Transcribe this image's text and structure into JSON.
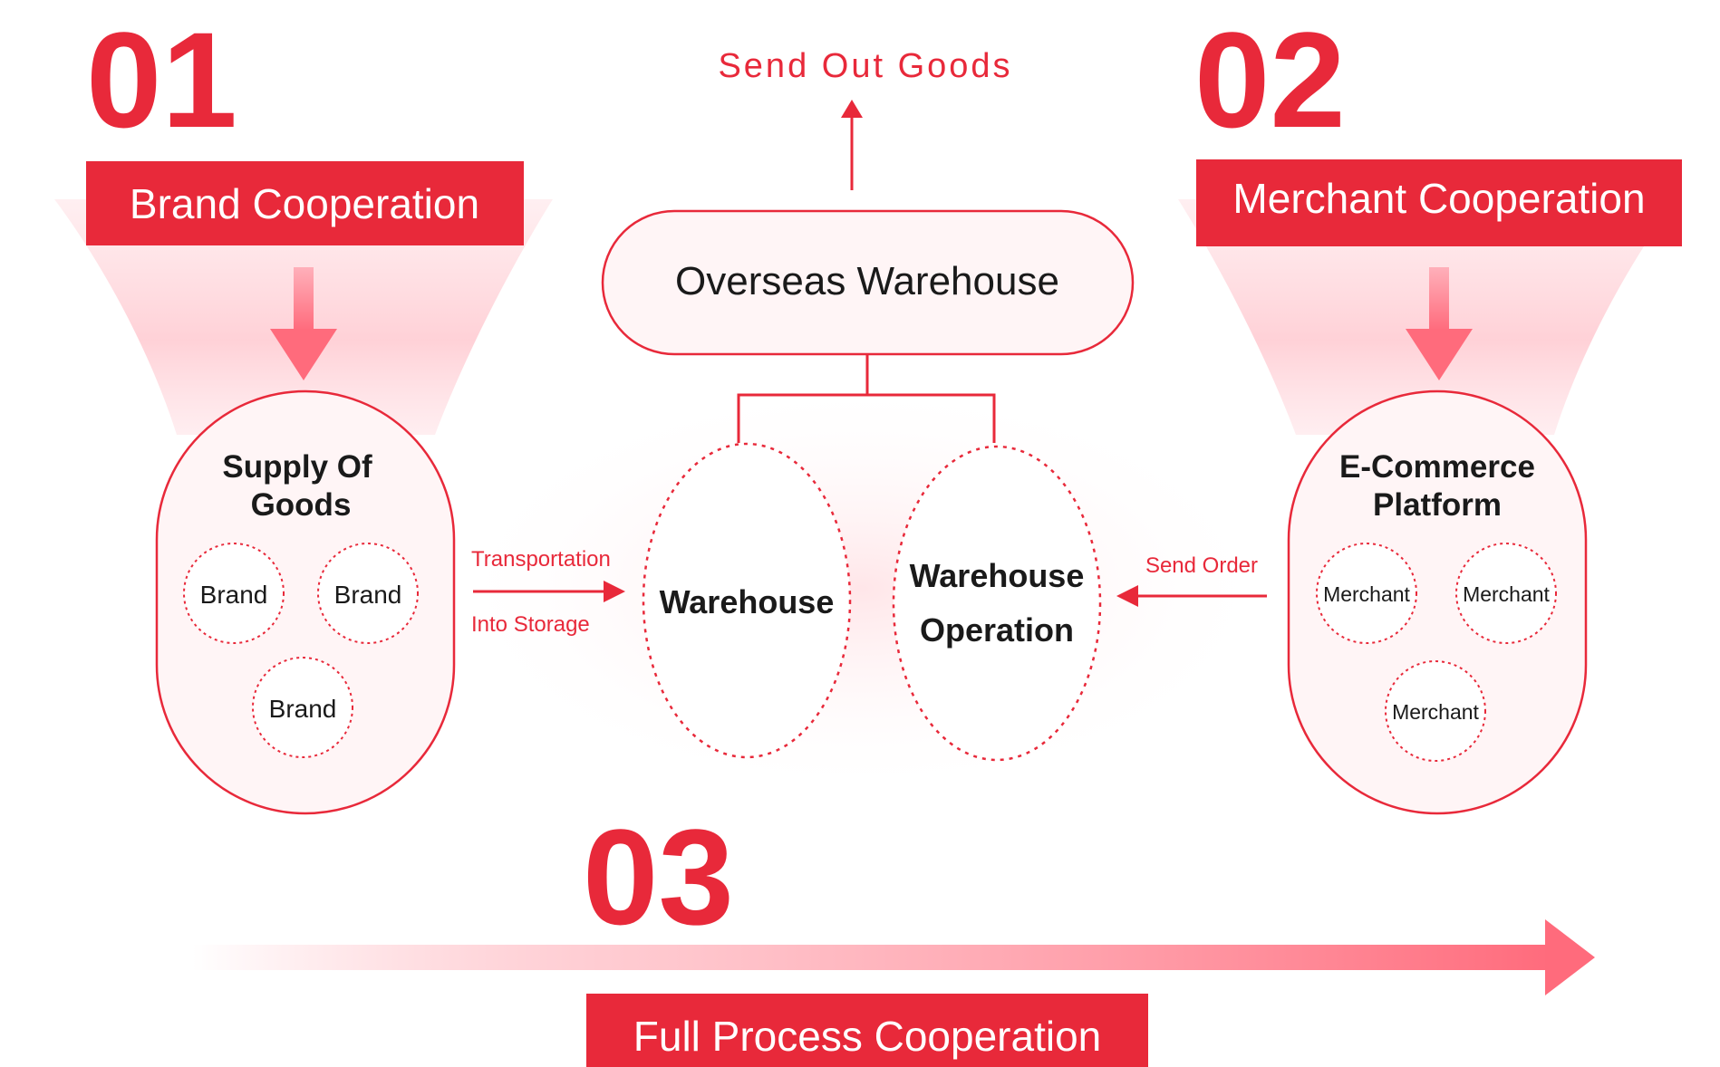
{
  "colors": {
    "accent": "#e8293a",
    "text": "#1a1a1a",
    "pink": "#ff7a8a"
  },
  "sections": {
    "brand": {
      "number": "01",
      "title": "Brand Cooperation",
      "group_title_line1": "Supply Of",
      "group_title_line2": "Goods",
      "items": [
        "Brand",
        "Brand",
        "Brand"
      ]
    },
    "merchant": {
      "number": "02",
      "title": "Merchant Cooperation",
      "group_title_line1": "E-Commerce",
      "group_title_line2": "Platform",
      "items": [
        "Merchant",
        "Merchant",
        "Merchant"
      ]
    },
    "full": {
      "number": "03",
      "title": "Full Process Cooperation"
    }
  },
  "center": {
    "top_label": "Send Out Goods",
    "hub": "Overseas Warehouse",
    "warehouse": "Warehouse",
    "operation_line1": "Warehouse",
    "operation_line2": "Operation",
    "left_arrow_label_top": "Transportation",
    "left_arrow_label_bottom": "Into Storage",
    "right_arrow_label": "Send Order"
  }
}
